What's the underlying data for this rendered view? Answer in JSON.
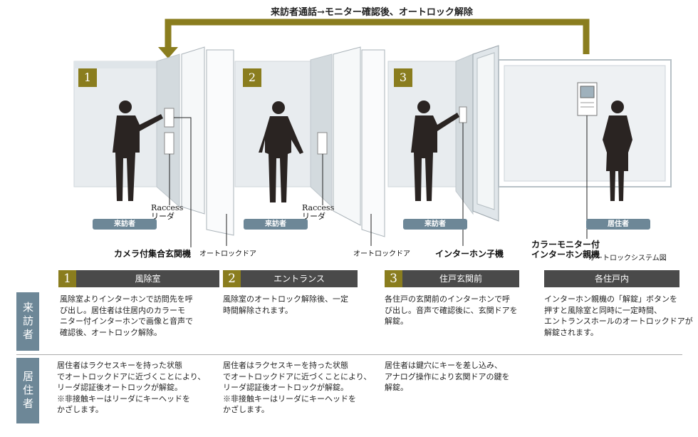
{
  "top_note": "来訪者通話→モニター確認後、オートロック解除",
  "system_caption": "オートロックシステム図",
  "scene": {
    "step_numbers": [
      "1",
      "2",
      "3"
    ],
    "role_visitor": "来訪者",
    "role_resident": "居住者",
    "labels": {
      "raccess_1": "Raccess",
      "reader_1": "リーダ",
      "raccess_2": "Raccess",
      "reader_2": "リーダ",
      "camera_intercom": "カメラ付集合玄関機",
      "autolock_door_1": "オートロックドア",
      "autolock_door_2": "オートロックドア",
      "intercom_sub": "インターホン子機",
      "color_monitor_line1": "カラーモニター付",
      "color_monitor_line2": "インターホン親機"
    }
  },
  "colors": {
    "gold": "#8a7d1e",
    "slate": "#6d8797",
    "dark": "#4a4a4a"
  },
  "steps": [
    {
      "num": "1",
      "title": "風除室"
    },
    {
      "num": "2",
      "title": "エントランス"
    },
    {
      "num": "3",
      "title": "住戸玄関前"
    },
    {
      "num": "",
      "title": "各住戸内"
    }
  ],
  "rows": {
    "visitor_label": "来訪者",
    "resident_label": "居住者",
    "visitor": [
      [
        "風除室よりインターホンで訪問先を呼",
        "び出し。居住者は住居内のカラーモ",
        "ニター付インターホンで画像と音声で",
        "確認後、オートロック解除。"
      ],
      [
        "風除室のオートロック解除後、一定",
        "時間解除されます。"
      ],
      [
        "各住戸の玄関前のインターホンで呼",
        "び出し。音声で確認後に、玄関ドアを",
        "解錠。"
      ],
      [
        "インターホン親機の「解錠」ボタンを",
        "押すと風除室と同時に一定時間、",
        "エントランスホールのオートロックドアが",
        "解錠されます。"
      ]
    ],
    "resident": [
      [
        "居住者はラクセスキーを持った状態",
        "でオートロックドアに近づくことにより、",
        "リーダ認証後オートロックが解錠。",
        "※非接触キーはリーダにキーヘッドを",
        "かざします。"
      ],
      [
        "居住者はラクセスキーを持った状態",
        "でオートロックドアに近づくことにより、",
        "リーダ認証後オートロックが解錠。",
        "※非接触キーはリーダにキーヘッドを",
        "かざします。"
      ],
      [
        "居住者は鍵穴にキーを差し込み、",
        "アナログ操作により玄関ドアの鍵を",
        "解錠。"
      ]
    ]
  }
}
